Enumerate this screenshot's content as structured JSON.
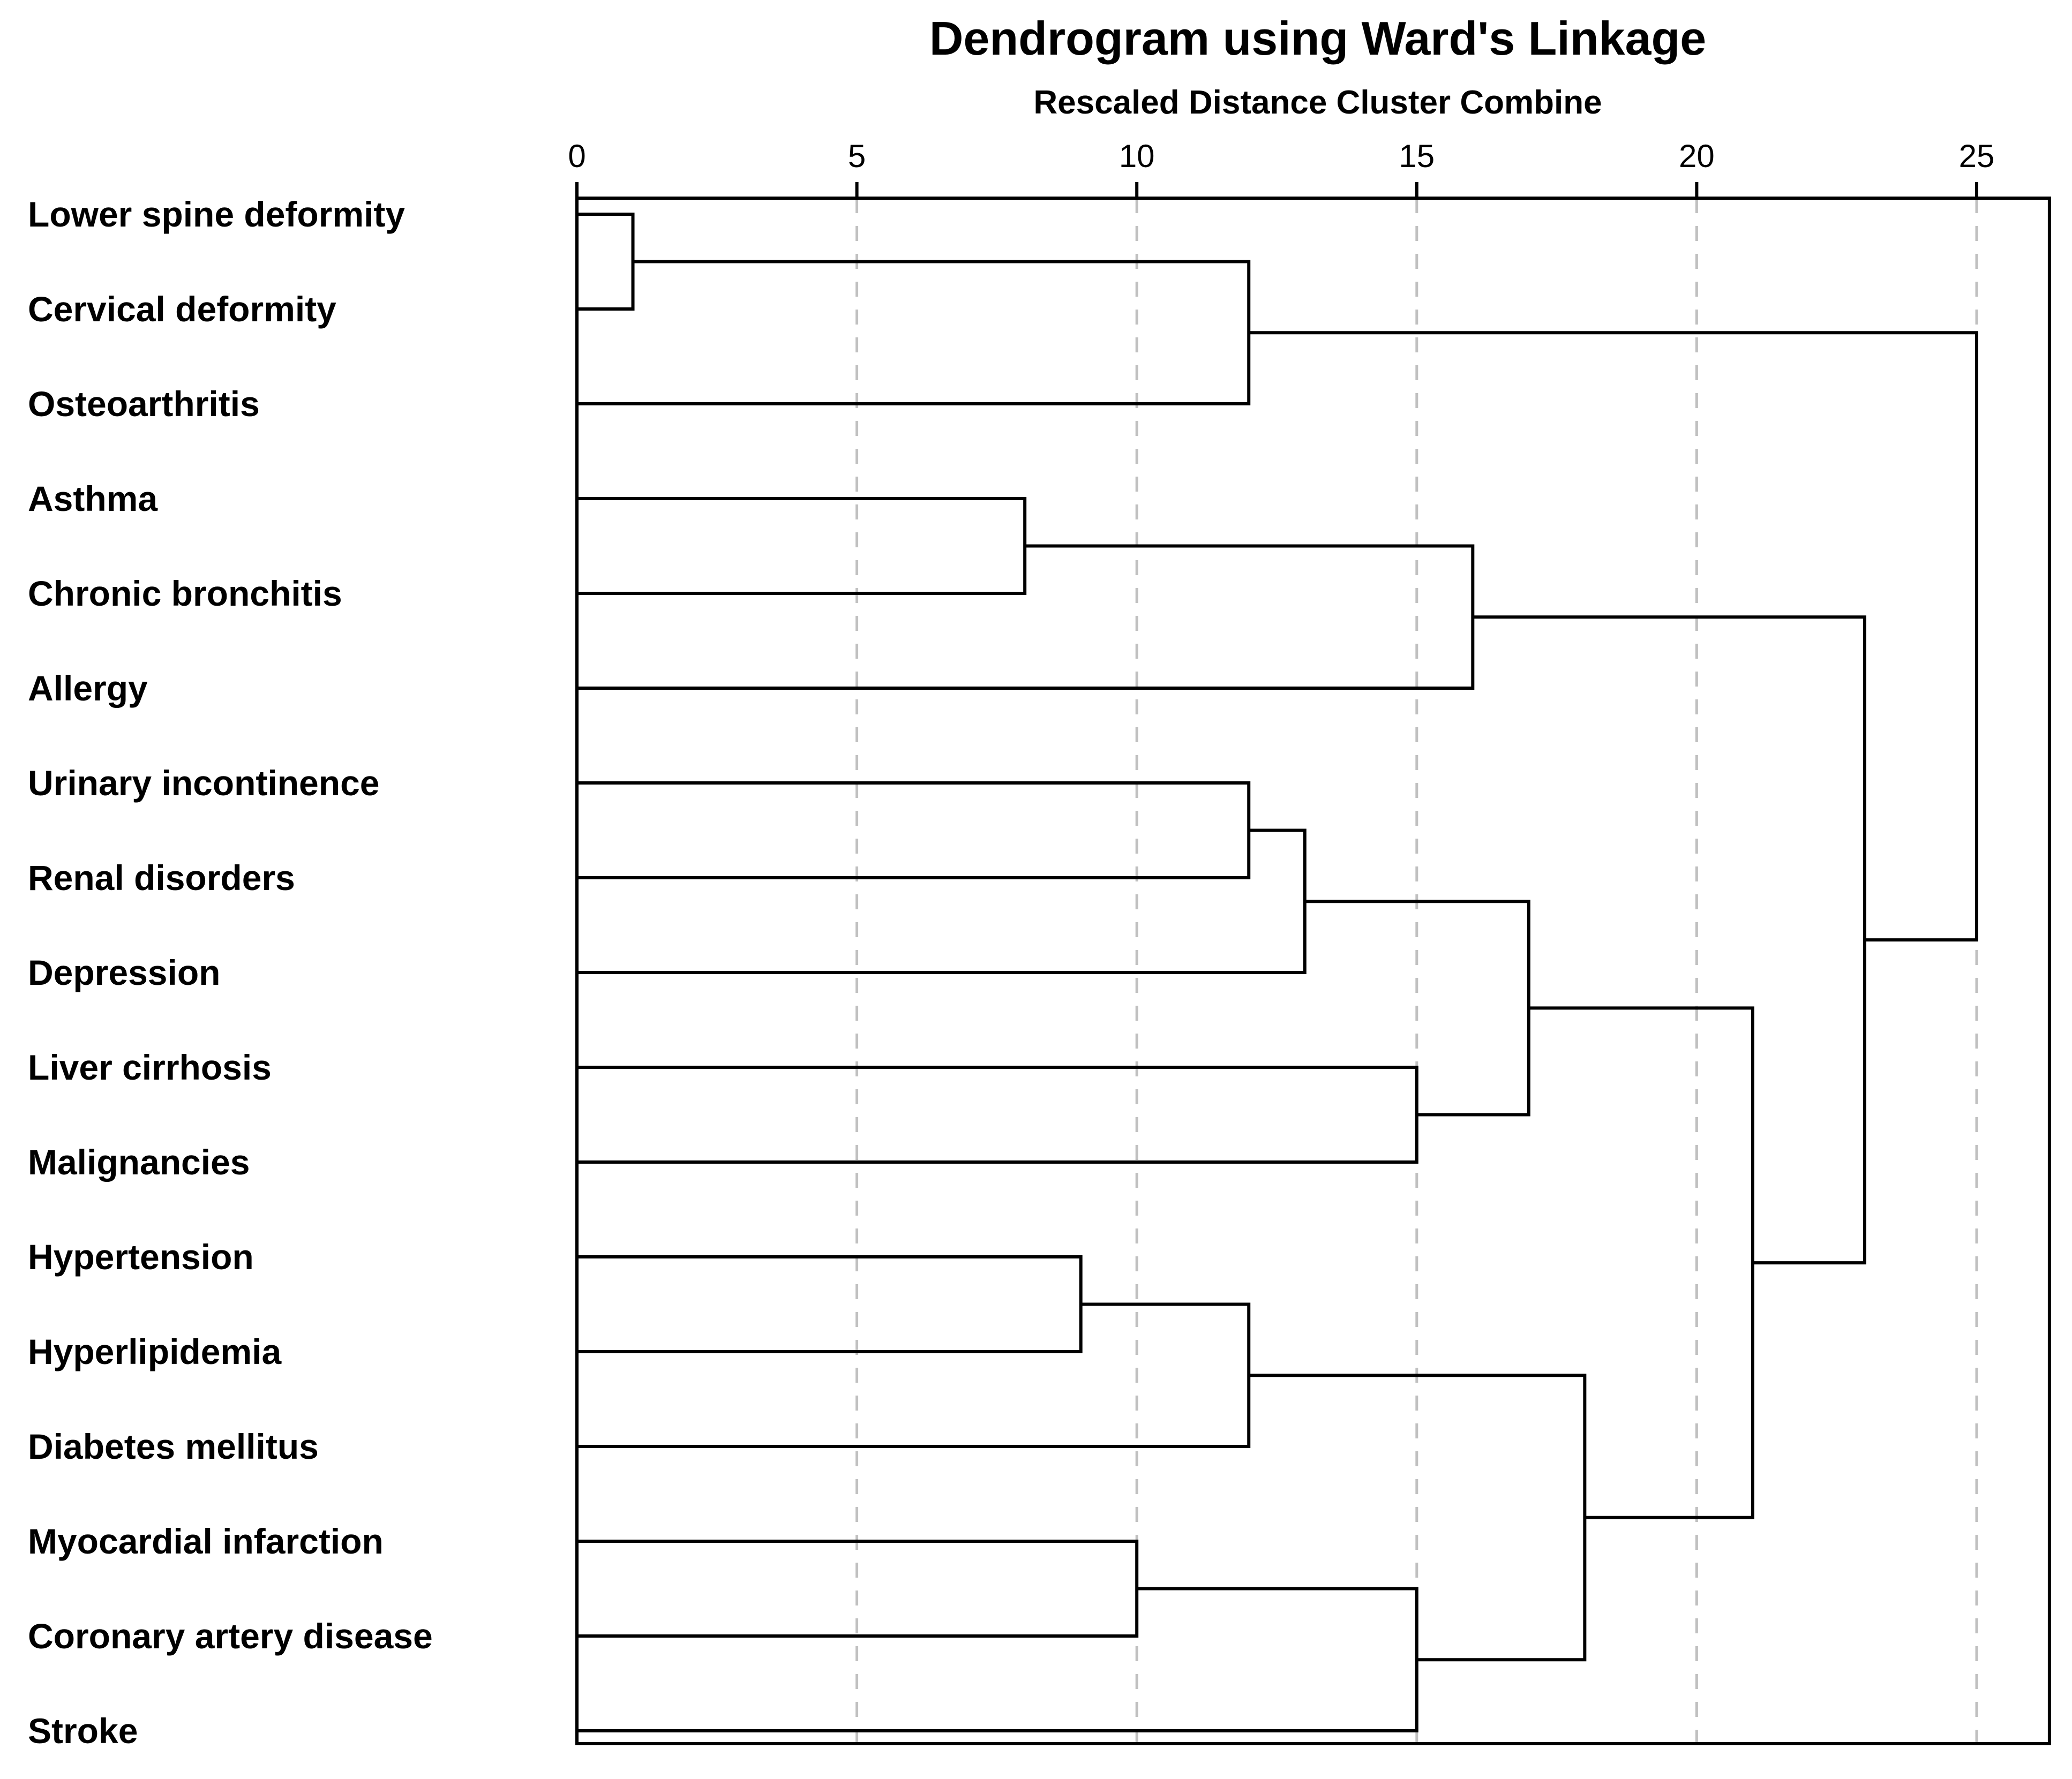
{
  "chart_data": {
    "type": "dendrogram",
    "title": "Dendrogram using Ward's Linkage",
    "subtitle": "Rescaled Distance Cluster Combine",
    "xlim": [
      0,
      26.3
    ],
    "ticks": [
      "0",
      "5",
      "10",
      "15",
      "20",
      "25"
    ],
    "tick_values": [
      0,
      5,
      10,
      15,
      20,
      25
    ],
    "grid": true,
    "leaves": [
      "Lower spine deformity",
      "Cervical deformity",
      "Osteoarthritis",
      "Asthma",
      "Chronic bronchitis",
      "Allergy",
      "Urinary incontinence",
      "Renal disorders",
      "Depression",
      "Liver cirrhosis",
      "Malignancies",
      "Hypertension",
      "Hyperlipidemia",
      "Diabetes mellitus",
      "Myocardial infarction",
      "Coronary artery disease",
      "Stroke"
    ],
    "merges": [
      {
        "a": "L0",
        "b": "L1",
        "height": 1,
        "id": "c1"
      },
      {
        "a": "c1",
        "b": "L2",
        "height": 12,
        "id": "c2"
      },
      {
        "a": "L3",
        "b": "L4",
        "height": 8,
        "id": "c3"
      },
      {
        "a": "c3",
        "b": "L5",
        "height": 16,
        "id": "c4"
      },
      {
        "a": "L6",
        "b": "L7",
        "height": 12,
        "id": "c5"
      },
      {
        "a": "c5",
        "b": "L8",
        "height": 13,
        "id": "c6"
      },
      {
        "a": "L9",
        "b": "L10",
        "height": 15,
        "id": "c7"
      },
      {
        "a": "c6",
        "b": "c7",
        "height": 17,
        "id": "c8"
      },
      {
        "a": "L11",
        "b": "L12",
        "height": 9,
        "id": "c9"
      },
      {
        "a": "c9",
        "b": "L13",
        "height": 12,
        "id": "c10"
      },
      {
        "a": "L14",
        "b": "L15",
        "height": 10,
        "id": "c11"
      },
      {
        "a": "c11",
        "b": "L16",
        "height": 15,
        "id": "c12"
      },
      {
        "a": "c10",
        "b": "c12",
        "height": 18,
        "id": "c13"
      },
      {
        "a": "c8",
        "b": "c13",
        "height": 21,
        "id": "c14"
      },
      {
        "a": "c4",
        "b": "c14",
        "height": 23,
        "id": "c15"
      },
      {
        "a": "c2",
        "b": "c15",
        "height": 25,
        "id": "c16"
      }
    ]
  }
}
